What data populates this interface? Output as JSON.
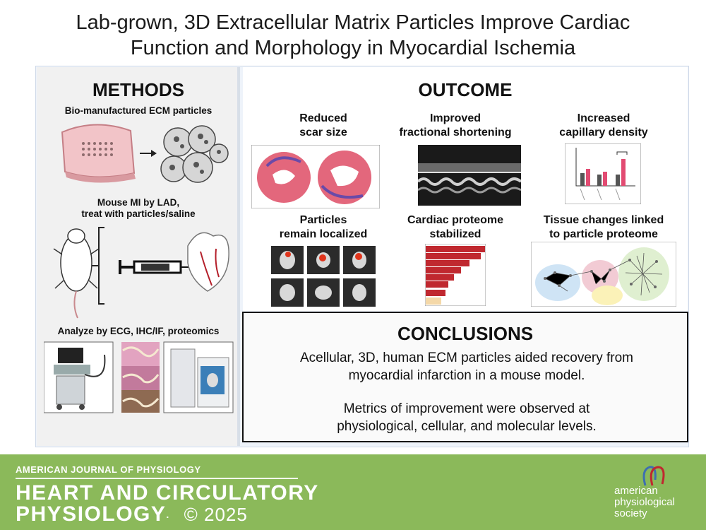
{
  "title": {
    "line1": "Lab-grown, 3D Extracellular Matrix Particles Improve Cardiac",
    "line2": "Function and Morphology in Myocardial Ischemia"
  },
  "methods": {
    "heading": "METHODS",
    "step1": "Bio-manufactured ECM particles",
    "step2_line1": "Mouse MI by LAD,",
    "step2_line2": "treat with particles/saline",
    "step3": "Analyze by ECG, IHC/IF, proteomics"
  },
  "outcome": {
    "heading": "OUTCOME",
    "items": [
      {
        "line1": "Reduced",
        "line2": "scar size"
      },
      {
        "line1": "Improved",
        "line2": "fractional shortening"
      },
      {
        "line1": "Increased",
        "line2": "capillary density"
      },
      {
        "line1": "Particles",
        "line2": "remain localized"
      },
      {
        "line1": "Cardiac proteome",
        "line2": "stabilized"
      },
      {
        "line1": "Tissue changes linked",
        "line2": "to particle proteome"
      }
    ]
  },
  "conclusions": {
    "heading": "CONCLUSIONS",
    "para1_line1": "Acellular, 3D, human ECM particles aided recovery from",
    "para1_line2": "myocardial infarction in a mouse model.",
    "para2_line1": "Metrics of improvement were observed at",
    "para2_line2": "physiological, cellular, and molecular levels."
  },
  "footer": {
    "journal_top": "AMERICAN JOURNAL OF PHYSIOLOGY",
    "journal_name_line1": "HEART AND CIRCULATORY",
    "journal_name_line2": "PHYSIOLOGY",
    "copyright": "© 2025",
    "society_line1": "american",
    "society_line2": "physiological",
    "society_line3": "society"
  },
  "colors": {
    "footer_green": "#8bb95a",
    "scar_pink": "#e0607a",
    "bar_red": "#c0282f",
    "bar_orange": "#f4d8a8"
  }
}
